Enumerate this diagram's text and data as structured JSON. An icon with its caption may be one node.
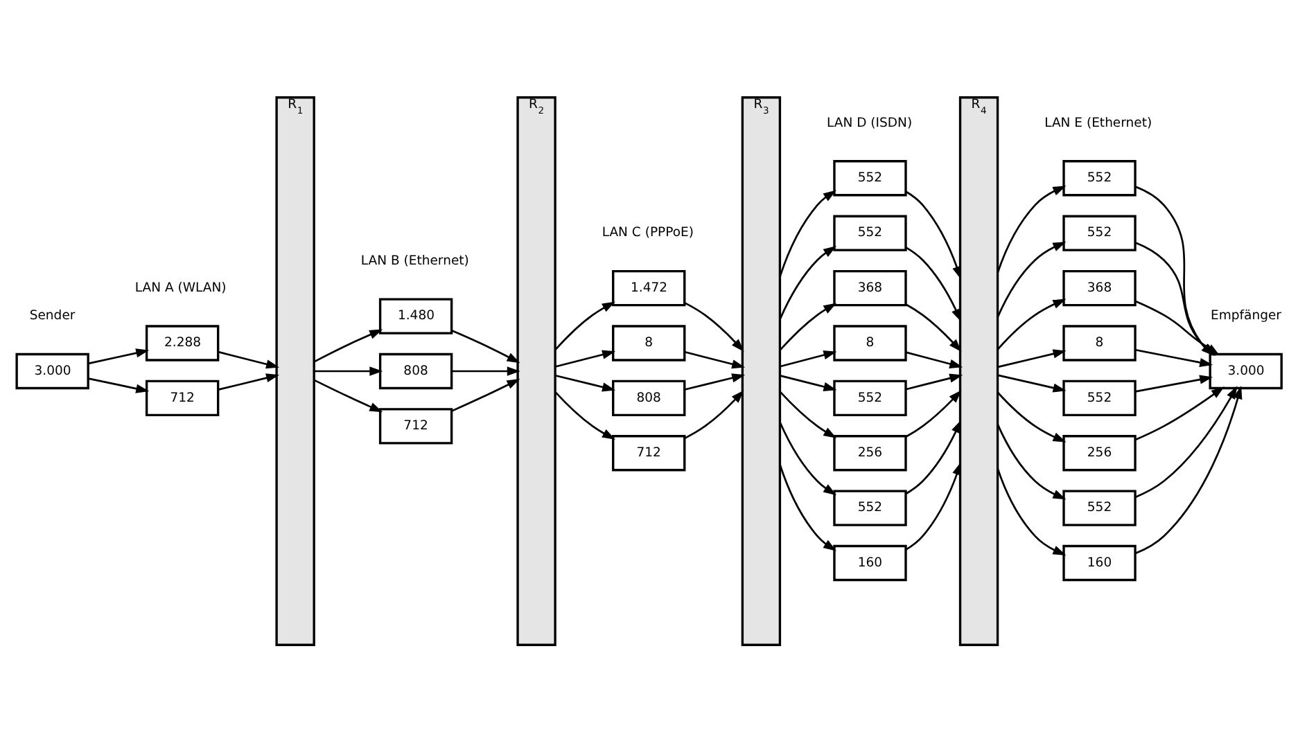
{
  "diagram": {
    "nodes": [
      {
        "text": [
          "3.000"
        ]
      },
      {
        "text": [
          "2.288"
        ]
      },
      {
        "text": [
          "712"
        ]
      },
      {
        "text": [
          "R$_{1}$"
        ]
      },
      {
        "text": [
          "1.480"
        ]
      },
      {
        "text": [
          "808"
        ]
      },
      {
        "text": [
          "712"
        ]
      },
      {
        "text": [
          "R$_{2}$"
        ]
      },
      {
        "text": [
          "1.472"
        ]
      },
      {
        "text": [
          "8"
        ]
      },
      {
        "text": [
          "808"
        ]
      },
      {
        "text": [
          "712"
        ]
      },
      {
        "text": [
          "R$_{3}$"
        ]
      },
      {
        "text": [
          "552"
        ]
      },
      {
        "text": [
          "552"
        ]
      },
      {
        "text": [
          "368"
        ]
      },
      {
        "text": [
          "8"
        ]
      },
      {
        "text": [
          "552"
        ]
      },
      {
        "text": [
          "256"
        ]
      },
      {
        "text": [
          "552"
        ]
      },
      {
        "text": [
          "160"
        ]
      },
      {
        "text": [
          "R$_{4}$"
        ]
      },
      {
        "text": [
          "552"
        ]
      },
      {
        "text": [
          "552"
        ]
      },
      {
        "text": [
          "368"
        ]
      },
      {
        "text": [
          "8"
        ]
      },
      {
        "text": [
          "552"
        ]
      },
      {
        "text": [
          "256"
        ]
      },
      {
        "text": [
          "552"
        ]
      },
      {
        "text": [
          "160"
        ]
      },
      {
        "text": [
          "3.000"
        ]
      }
    ],
    "edges": [
      {
        "from": 0,
        "to": 1,
        "arrow": "to"
      },
      {
        "from": 0,
        "to": 2,
        "arrow": "to"
      },
      {
        "from": 1,
        "to": 3,
        "arrow": "to"
      },
      {
        "from": 2,
        "to": 3,
        "arrow": "to"
      },
      {
        "from": 3,
        "to": 4,
        "arrow": "to"
      },
      {
        "from": 3,
        "to": 5,
        "arrow": "to"
      },
      {
        "from": 3,
        "to": 6,
        "arrow": "to"
      },
      {
        "from": 4,
        "to": 7,
        "arrow": "to"
      },
      {
        "from": 5,
        "to": 7,
        "arrow": "to"
      },
      {
        "from": 6,
        "to": 7,
        "arrow": "to"
      },
      {
        "from": 7,
        "to": 8,
        "arrow": "to"
      },
      {
        "from": 7,
        "to": 9,
        "arrow": "to"
      },
      {
        "from": 7,
        "to": 10,
        "arrow": "to"
      },
      {
        "from": 7,
        "to": 11,
        "arrow": "to"
      },
      {
        "from": 8,
        "to": 12,
        "arrow": "to"
      },
      {
        "from": 9,
        "to": 12,
        "arrow": "to"
      },
      {
        "from": 10,
        "to": 12,
        "arrow": "to"
      },
      {
        "from": 11,
        "to": 12,
        "arrow": "to"
      },
      {
        "from": 12,
        "to": 13,
        "arrow": "to"
      },
      {
        "from": 12,
        "to": 14,
        "arrow": "to"
      },
      {
        "from": 12,
        "to": 15,
        "arrow": "to"
      },
      {
        "from": 12,
        "to": 16,
        "arrow": "to"
      },
      {
        "from": 12,
        "to": 17,
        "arrow": "to"
      },
      {
        "from": 12,
        "to": 18,
        "arrow": "to"
      },
      {
        "from": 12,
        "to": 19,
        "arrow": "to"
      },
      {
        "from": 12,
        "to": 20,
        "arrow": "to"
      },
      {
        "from": 13,
        "to": 21,
        "arrow": "to"
      },
      {
        "from": 14,
        "to": 21,
        "arrow": "to"
      },
      {
        "from": 15,
        "to": 21,
        "arrow": "to"
      },
      {
        "from": 16,
        "to": 21,
        "arrow": "to"
      },
      {
        "from": 17,
        "to": 21,
        "arrow": "to"
      },
      {
        "from": 18,
        "to": 21,
        "arrow": "to"
      },
      {
        "from": 19,
        "to": 21,
        "arrow": "to"
      },
      {
        "from": 20,
        "to": 21,
        "arrow": "to"
      },
      {
        "from": 21,
        "to": 22,
        "arrow": "to"
      },
      {
        "from": 21,
        "to": 23,
        "arrow": "to"
      },
      {
        "from": 21,
        "to": 24,
        "arrow": "to"
      },
      {
        "from": 21,
        "to": 25,
        "arrow": "to"
      },
      {
        "from": 21,
        "to": 26,
        "arrow": "to"
      },
      {
        "from": 21,
        "to": 27,
        "arrow": "to"
      },
      {
        "from": 21,
        "to": 28,
        "arrow": "to"
      },
      {
        "from": 21,
        "to": 29,
        "arrow": "to"
      },
      {
        "from": 22,
        "to": 30,
        "arrow": "to"
      },
      {
        "from": 23,
        "to": 30,
        "arrow": "to"
      },
      {
        "from": 24,
        "to": 30,
        "arrow": "to"
      },
      {
        "from": 25,
        "to": 30,
        "arrow": "to"
      },
      {
        "from": 26,
        "to": 30,
        "arrow": "to"
      },
      {
        "from": 27,
        "to": 30,
        "arrow": "to"
      },
      {
        "from": 28,
        "to": 30,
        "arrow": "to"
      },
      {
        "from": 29,
        "to": 30,
        "arrow": "to"
      }
    ],
    "labels": [
      "Sender",
      "LAN A (WLAN)",
      "LAN B (Ethernet)",
      "LAN C (PPPoE)",
      "LAN D (ISDN)",
      "LAN E (Ethernet)",
      "Empfänger"
    ]
  }
}
